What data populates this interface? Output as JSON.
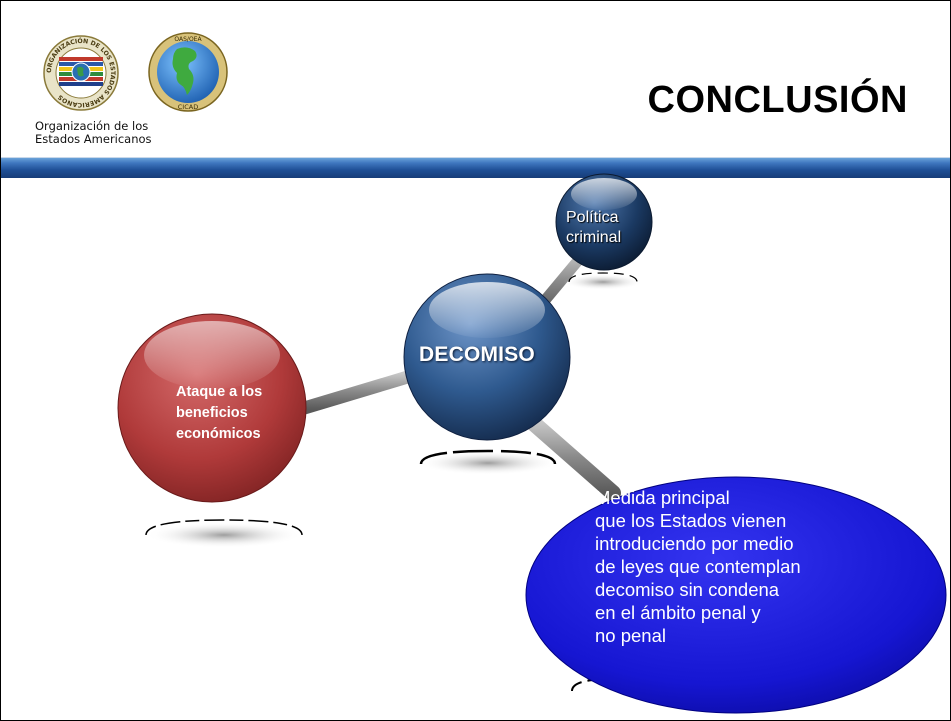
{
  "header": {
    "title": "CONCLUSIÓN",
    "org_name_line1": "Organización de los",
    "org_name_line2": "Estados Americanos",
    "logo_oas_text": "ORGANIZACIÓN DE LOS ESTADOS AMERICANOS",
    "logo_cicad_top": "OAS/OEA",
    "logo_cicad_bottom": "CICAD"
  },
  "diagram": {
    "center": {
      "label": "DECOMISO",
      "color": "#2f5a8f"
    },
    "top_node": {
      "lines": [
        "Política",
        "criminal"
      ],
      "color": "#1b3a63"
    },
    "left_node": {
      "lines": [
        "Ataque a los",
        "beneficios",
        "económicos"
      ],
      "color": "#b03a3a"
    },
    "bottom_node": {
      "lines": [
        "Medida principal",
        "que los Estados vienen",
        "introduciendo por medio",
        "de leyes que contemplan",
        "decomiso sin condena",
        "en el ámbito penal y",
        "no penal"
      ],
      "color": "#1a1ad8"
    }
  },
  "colors": {
    "band_dark": "#173d78",
    "band_light": "#6aa2d9",
    "connector": "#9a9a9a"
  }
}
